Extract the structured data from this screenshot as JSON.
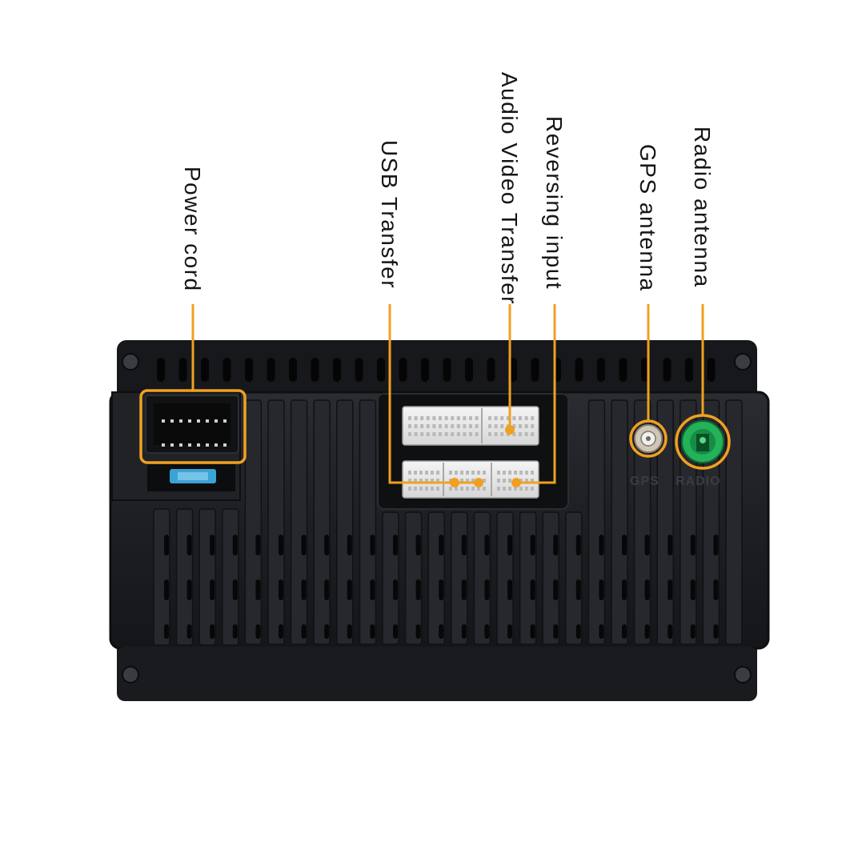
{
  "labels": {
    "power_cord": "Power cord",
    "usb_transfer": "USB Transfer",
    "audio_video_transfer": "Audio  Video Transfer",
    "reversing_input": "Reversing input",
    "gps_antenna": "GPS antenna",
    "radio_antenna": "Radio antenna"
  },
  "panel_print": {
    "gps": "GPS",
    "radio": "RADIO"
  },
  "colors": {
    "callout": "#f0a020",
    "housing": "#1d1f23",
    "plug": "#eaeaea",
    "radio_connector": "#23b25a",
    "fuse": "#3aa3d6"
  }
}
